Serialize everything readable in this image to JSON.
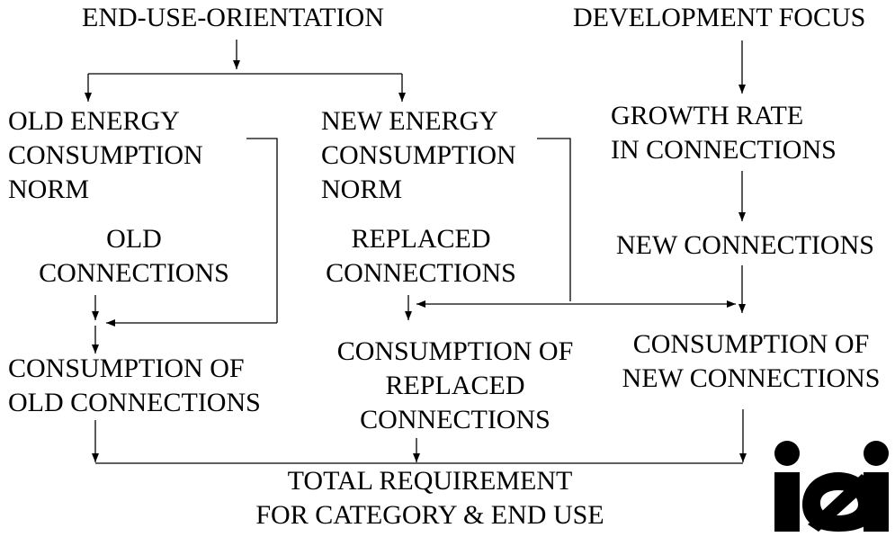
{
  "nodes": {
    "end_use_orientation": [
      "END-USE-ORIENTATION"
    ],
    "development_focus": [
      "DEVELOPMENT FOCUS"
    ],
    "old_energy_norm": [
      "OLD ENERGY",
      "CONSUMPTION",
      "NORM"
    ],
    "new_energy_norm": [
      "NEW ENERGY",
      "CONSUMPTION",
      "NORM"
    ],
    "growth_rate": [
      "GROWTH RATE",
      "IN CONNECTIONS"
    ],
    "old_connections": [
      "OLD",
      "CONNECTIONS"
    ],
    "replaced_connections": [
      "REPLACED",
      "CONNECTIONS"
    ],
    "new_connections": [
      "NEW CONNECTIONS"
    ],
    "consumption_old": [
      "CONSUMPTION OF",
      "OLD CONNECTIONS"
    ],
    "consumption_replaced": [
      "CONSUMPTION OF",
      "REPLACED",
      "CONNECTIONS"
    ],
    "consumption_new": [
      "CONSUMPTION OF",
      "NEW CONNECTIONS"
    ],
    "total_requirement": [
      "TOTAL REQUIREMENT",
      "FOR CATEGORY & END USE"
    ]
  },
  "logo": {
    "text": "iei",
    "color": "#000000"
  },
  "colors": {
    "text": "#000000",
    "lines": "#000000",
    "background": "#ffffff"
  }
}
